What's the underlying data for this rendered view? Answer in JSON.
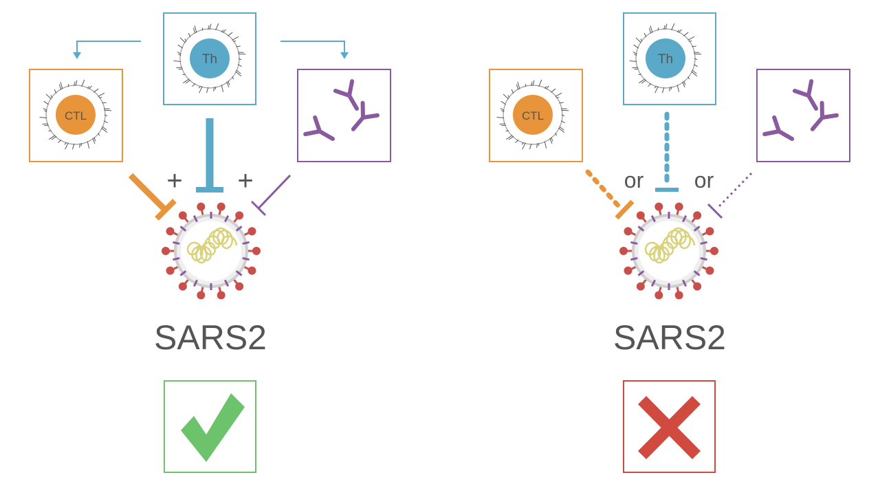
{
  "colors": {
    "th": "#5aa9c9",
    "ctl": "#e8943a",
    "antibody": "#8a5a9e",
    "virus_spike": "#c9504a",
    "virus_rna": "#d9d27a",
    "check": "#6cc36c",
    "cross": "#d14a3f",
    "text": "#555555"
  },
  "left_panel": {
    "th_label": "Th",
    "ctl_label": "CTL",
    "plus_1": "+",
    "plus_2": "+",
    "virus_label": "SARS2",
    "outcome_icon": "check-icon"
  },
  "right_panel": {
    "th_label": "Th",
    "ctl_label": "CTL",
    "or_1": "or",
    "or_2": "or",
    "virus_label": "SARS2",
    "outcome_icon": "cross-icon"
  }
}
